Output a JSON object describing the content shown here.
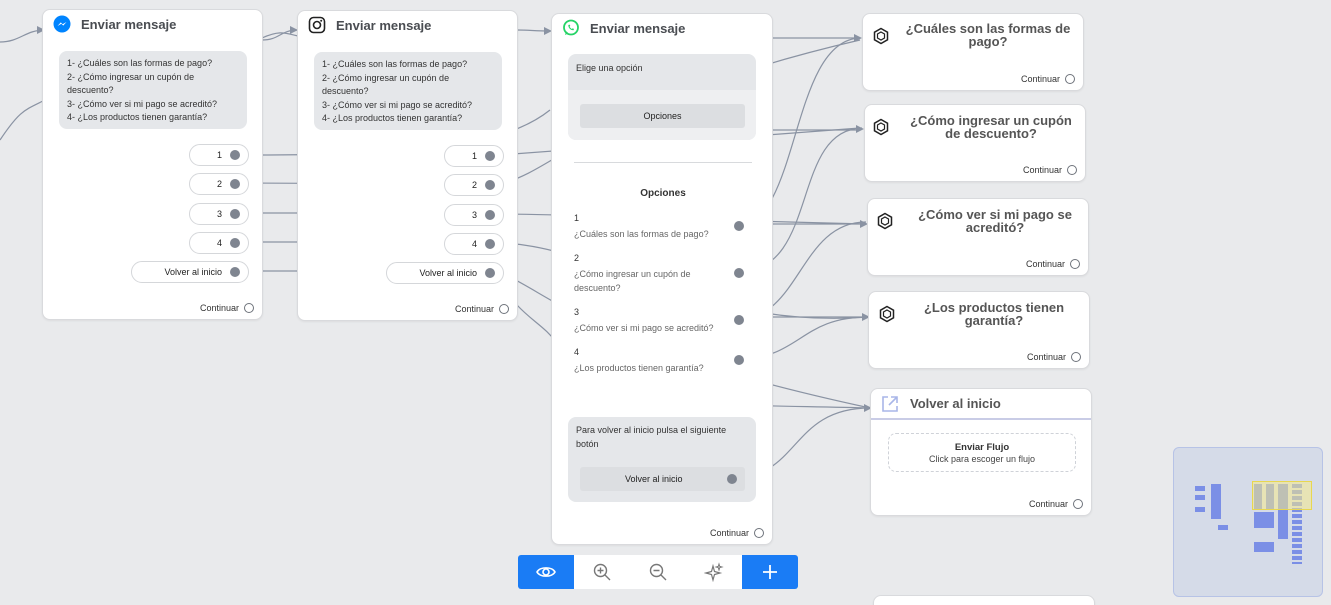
{
  "nodes": {
    "messenger": {
      "title": "Enviar mensaje",
      "message": "1- ¿Cuáles son las formas de pago?\n2- ¿Cómo ingresar un cupón de descuento?\n3- ¿Cómo ver si mi pago se acreditó?\n4- ¿Los productos tienen garantía?",
      "buttons": [
        "1",
        "2",
        "3",
        "4",
        "Volver al inicio"
      ],
      "continue_label": "Continuar"
    },
    "instagram": {
      "title": "Enviar mensaje",
      "message": "1- ¿Cuáles son las formas de pago?\n2- ¿Cómo ingresar un cupón de descuento?\n3- ¿Cómo ver si mi pago se acreditó?\n4- ¿Los productos tienen garantía?",
      "buttons": [
        "1",
        "2",
        "3",
        "4",
        "Volver al inicio"
      ],
      "continue_label": "Continuar"
    },
    "whatsapp": {
      "title": "Enviar mensaje",
      "prompt": "Elige una opción",
      "options_button": "Opciones",
      "options_header": "Opciones",
      "options": [
        {
          "num": "1",
          "text": "¿Cuáles son las formas de pago?"
        },
        {
          "num": "2",
          "text": "¿Cómo ingresar un cupón de descuento?"
        },
        {
          "num": "3",
          "text": "¿Cómo ver si mi pago se acreditó?"
        },
        {
          "num": "4",
          "text": "¿Los productos tienen garantía?"
        }
      ],
      "back_prompt": "Para volver al inicio pulsa el siguiente botón",
      "back_button": "Volver al inicio",
      "continue_label": "Continuar"
    },
    "targets": [
      {
        "title": "¿Cuáles son las formas de pago?",
        "continue_label": "Continuar"
      },
      {
        "title": "¿Cómo ingresar un cupón de descuento?",
        "continue_label": "Continuar"
      },
      {
        "title": "¿Cómo ver si mi pago se acreditó?",
        "continue_label": "Continuar"
      },
      {
        "title": "¿Los productos tienen garantía?",
        "continue_label": "Continuar"
      }
    ],
    "flow_node": {
      "title": "Volver al inicio",
      "box_title": "Enviar Flujo",
      "box_subtitle": "Click para escoger un flujo",
      "continue_label": "Continuar"
    }
  },
  "toolbar": {
    "items": [
      "eye-icon",
      "zoom-in-icon",
      "zoom-out-icon",
      "sparkles-icon",
      "plus-icon"
    ]
  },
  "colors": {
    "accent": "#1a7cf5",
    "messenger": "#0084ff",
    "whatsapp": "#25d366",
    "edge": "#8a93a3",
    "minimap": "#7b8fe6",
    "minimap_viewport": "#f5e98a"
  }
}
